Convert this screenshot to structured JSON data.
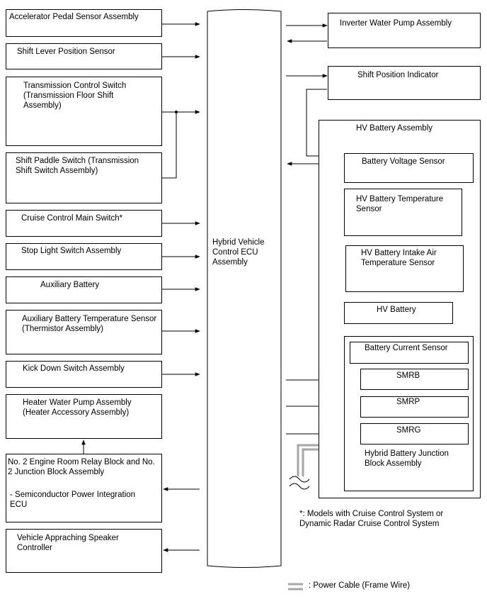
{
  "left_blocks": [
    {
      "label": "Accelerator Pedal Sensor Assembly"
    },
    {
      "label": "Shift Lever Position Sensor"
    },
    {
      "label": "Transmission Control Switch (Transmission Floor Shift Assembly)"
    },
    {
      "label": "Shift Paddle Switch (Transmission Shift Switch Assembly)"
    },
    {
      "label": "Cruise Control Main Switch*"
    },
    {
      "label": "Stop Light Switch Assembly"
    },
    {
      "label": "Auxiliary Battery"
    },
    {
      "label": "Auxiliary Battery Temperature Sensor (Thermistor Assembly)"
    },
    {
      "label": "Kick Down Switch Assembly"
    },
    {
      "label": "Heater Water Pump Assembly (Heater Accessory Assembly)"
    },
    {
      "label": "No. 2 Engine Room Relay Block and No. 2 Junction Block Assembly"
    },
    {
      "label": "- Semiconductor Power Integration ECU"
    },
    {
      "label": "Vehicle Appraching Speaker Controller"
    }
  ],
  "ecu": {
    "label": "Hybrid Vehicle Control ECU Assembly"
  },
  "right_blocks": {
    "inverter_pump": "Inverter Water Pump Assembly",
    "shift_indicator": "Shift Position Indicator",
    "hv_battery_assembly": "HV Battery Assembly",
    "voltage_sensor": "Battery Voltage Sensor",
    "temp_sensor": "HV Battery Temperature Sensor",
    "intake_sensor": "HV Battery Intake Air Temperature Sensor",
    "hv_battery": "HV Battery",
    "current_sensor": "Battery Current Sensor",
    "smrb": "SMRB",
    "smrp": "SMRP",
    "smrg": "SMRG",
    "junction_block": "Hybrid Battery Junction Block Assembly"
  },
  "notes": {
    "footnote": "*: Models with Cruise Control System or Dynamic Radar Cruise Control System",
    "legend": ": Power Cable (Frame Wire)"
  }
}
